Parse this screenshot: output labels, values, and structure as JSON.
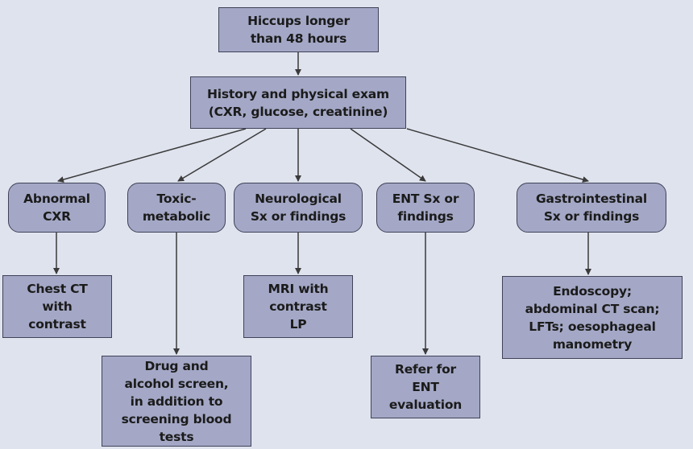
{
  "nodes": {
    "root": "Hiccups longer\nthan 48 hours",
    "history": "History and physical exam\n(CXR, glucose, creatinine)",
    "abnormal_cxr": "Abnormal\nCXR",
    "toxic_metabolic": "Toxic-\nmetabolic",
    "neurological": "Neurological\nSx or findings",
    "ent": "ENT Sx or\nfindings",
    "gastrointestinal": "Gastrointestinal\nSx or findings",
    "chest_ct": "Chest CT\nwith\ncontrast",
    "drug_screen": "Drug and\nalcohol screen,\nin addition to\nscreening blood\ntests",
    "mri": "MRI with\ncontrast\nLP",
    "ent_referral": "Refer for\nENT\nevaluation",
    "endoscopy": "Endoscopy;\nabdominal CT scan;\nLFTs; oesophageal\nmanometry"
  },
  "colors": {
    "background": "#dfe3ee",
    "box_fill": "#a4a8c6",
    "box_border": "#3f4257",
    "arrow": "#3a3a3a"
  }
}
